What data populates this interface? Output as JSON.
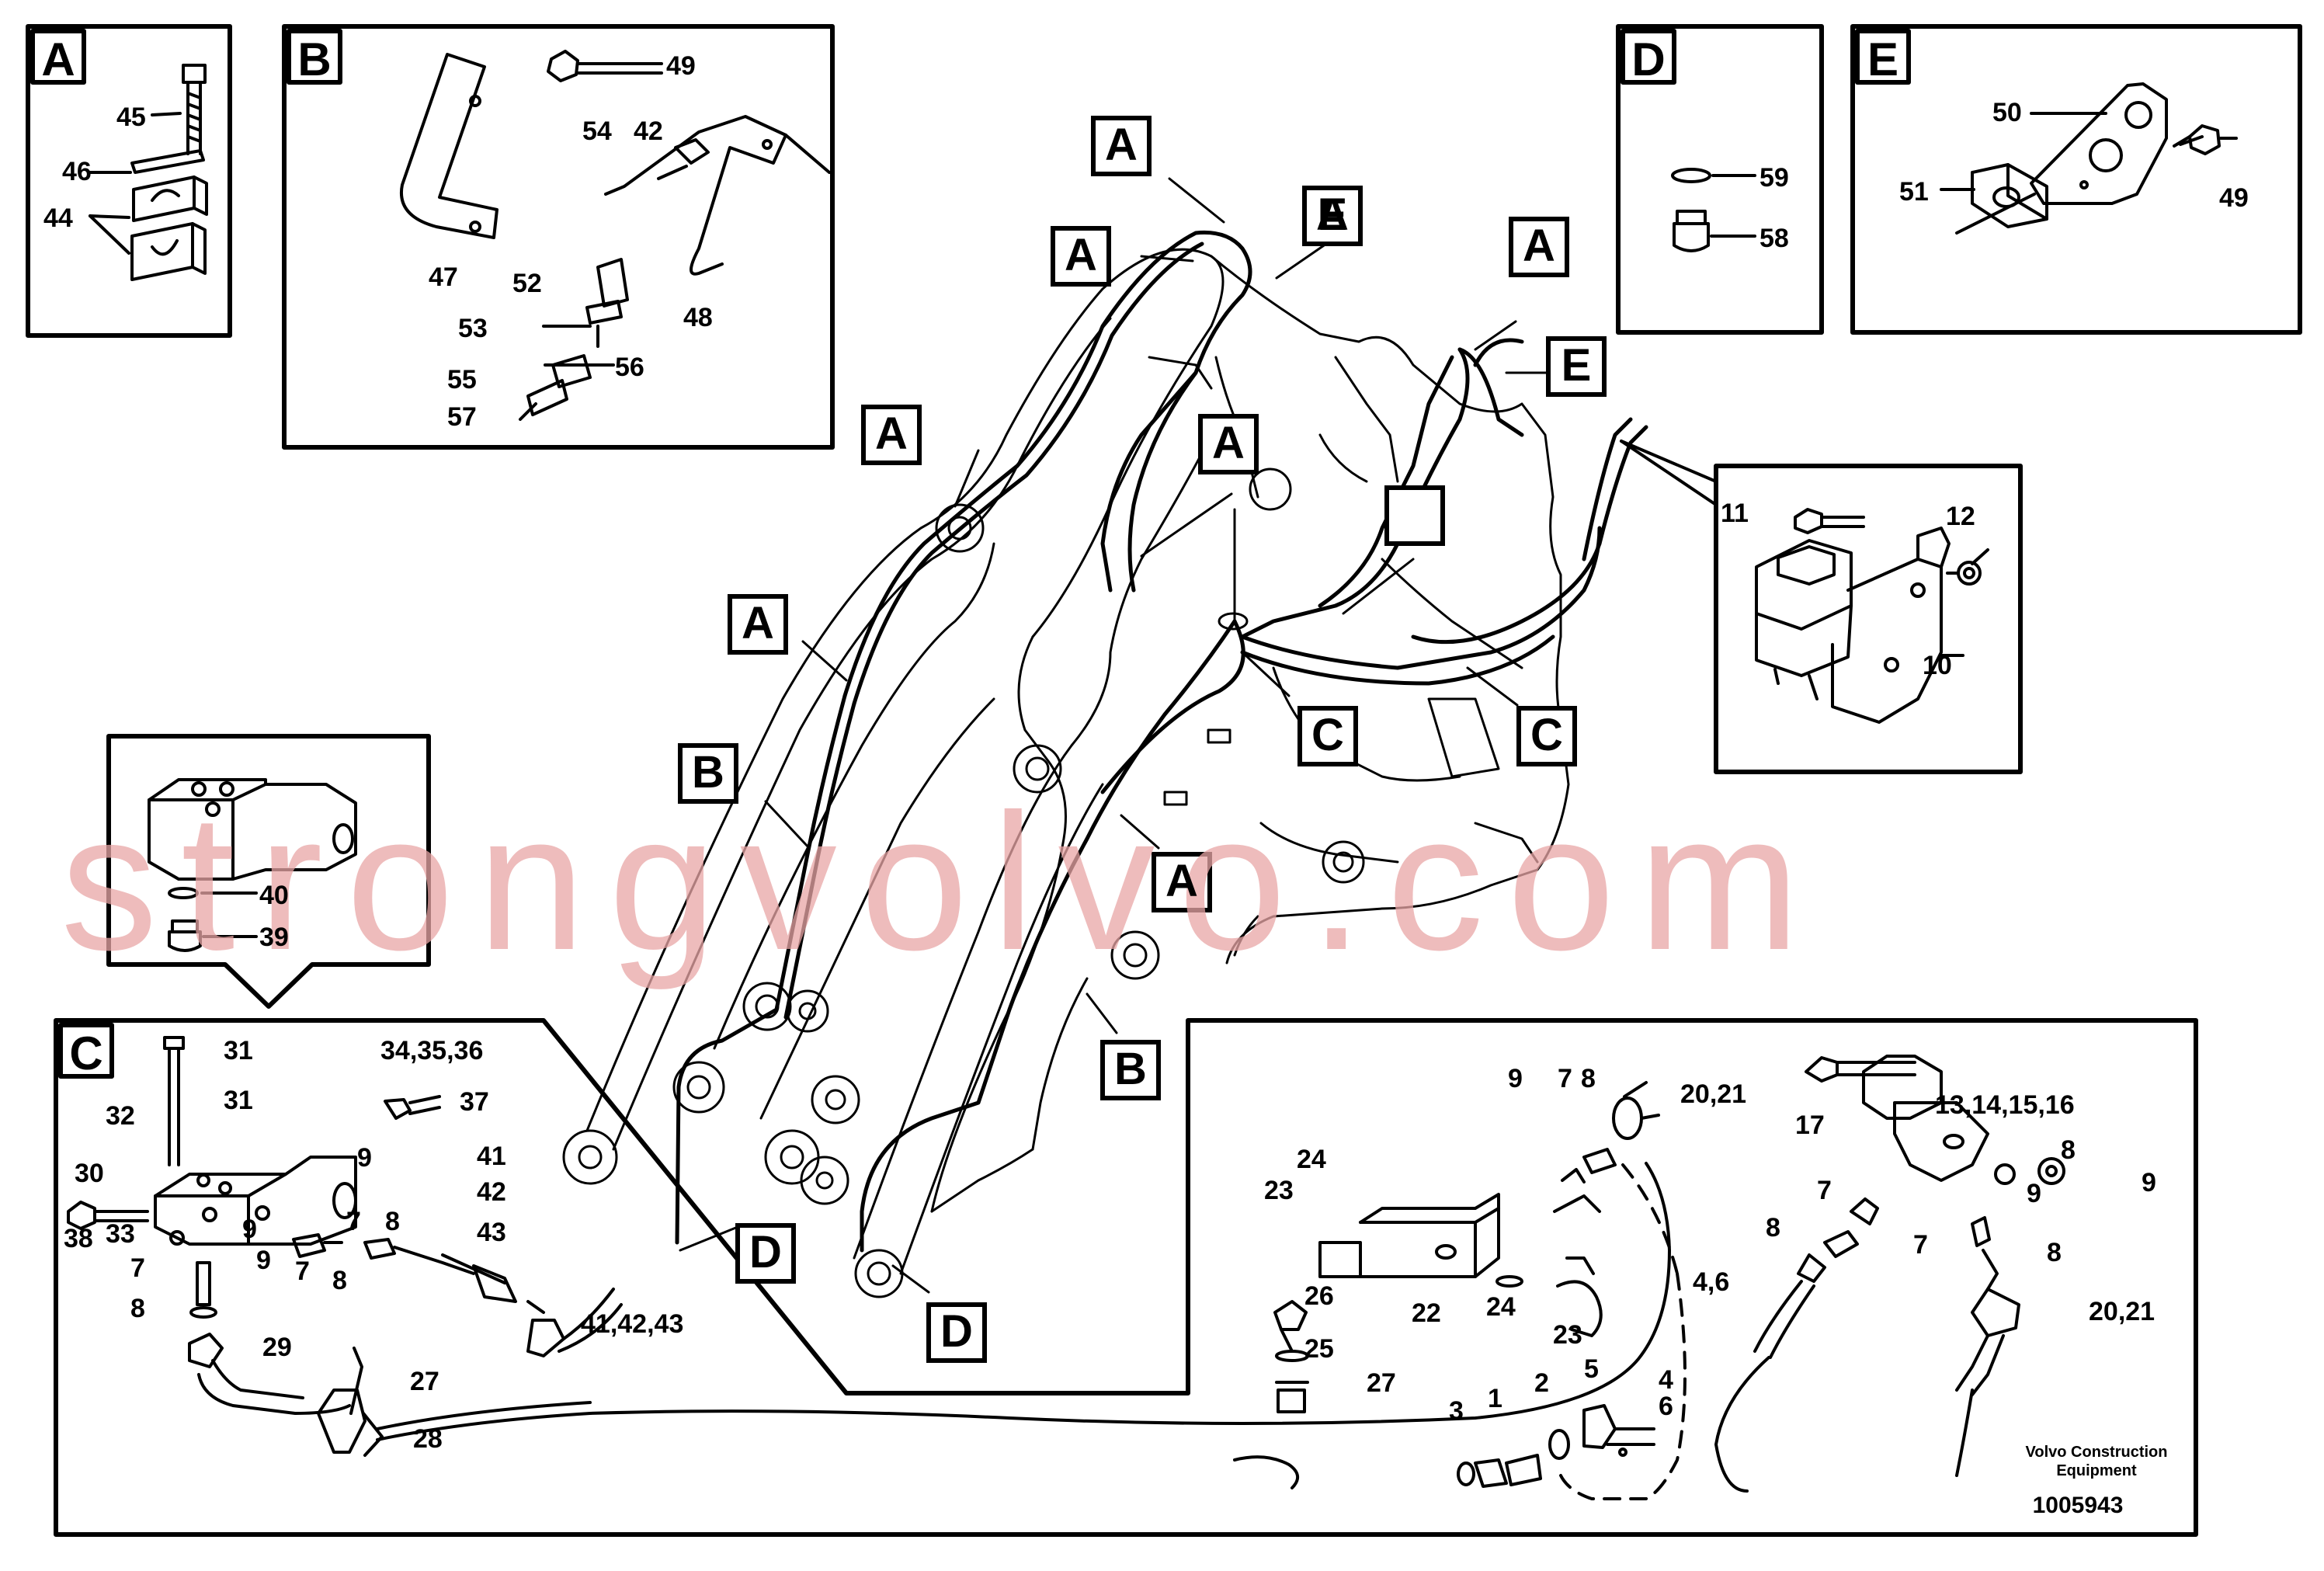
{
  "diagram": {
    "panels": [
      {
        "id": "panel-a",
        "letter": "A",
        "labels": [
          "45",
          "46",
          "44"
        ]
      },
      {
        "id": "panel-b",
        "letter": "B",
        "labels": [
          "49",
          "54",
          "42",
          "47",
          "52",
          "48",
          "53",
          "55",
          "56",
          "57"
        ]
      },
      {
        "id": "panel-d",
        "letter": "D",
        "labels": [
          "59",
          "58"
        ]
      },
      {
        "id": "panel-e",
        "letter": "E",
        "labels": [
          "50",
          "51",
          "49"
        ]
      },
      {
        "id": "panel-c",
        "letter": "C",
        "labels": [
          "31",
          "32",
          "31",
          "34,35,36",
          "37",
          "30",
          "38",
          "33",
          "9",
          "9",
          "7",
          "8",
          "9",
          "7",
          "8",
          "41",
          "42",
          "43",
          "7",
          "8",
          "29",
          "27",
          "28",
          "41,42,43",
          "9",
          "7",
          "8",
          "20,21",
          "24",
          "23",
          "22",
          "24",
          "23",
          "26",
          "25",
          "27",
          "17",
          "13,14,15,16",
          "8",
          "9",
          "9",
          "7",
          "8",
          "7",
          "8",
          "4,6",
          "20,21",
          "3",
          "1",
          "2",
          "5",
          "4",
          "6"
        ]
      }
    ],
    "detail_inset": {
      "labels": [
        "40",
        "39"
      ]
    },
    "valve_callout": {
      "labels": [
        "11",
        "12",
        "10"
      ]
    },
    "main_callouts": [
      "A",
      "A",
      "A",
      "A",
      "A",
      "A",
      "A",
      "A",
      "E",
      "E",
      "B",
      "B",
      "C",
      "C",
      "D",
      "D"
    ],
    "watermark": "strongvolvo.com",
    "brand_line1": "Volvo Construction",
    "brand_line2": "Equipment",
    "drawing_number": "1005943"
  }
}
